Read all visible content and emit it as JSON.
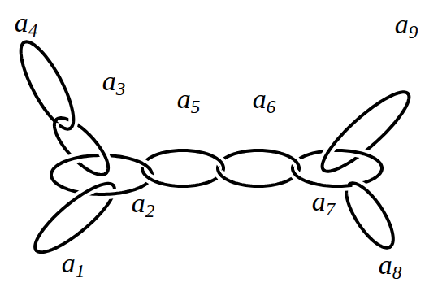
{
  "diagram": {
    "labels": [
      "a4",
      "a3",
      "a5",
      "a6",
      "a9",
      "a2",
      "a7",
      "a1",
      "a8"
    ]
  }
}
